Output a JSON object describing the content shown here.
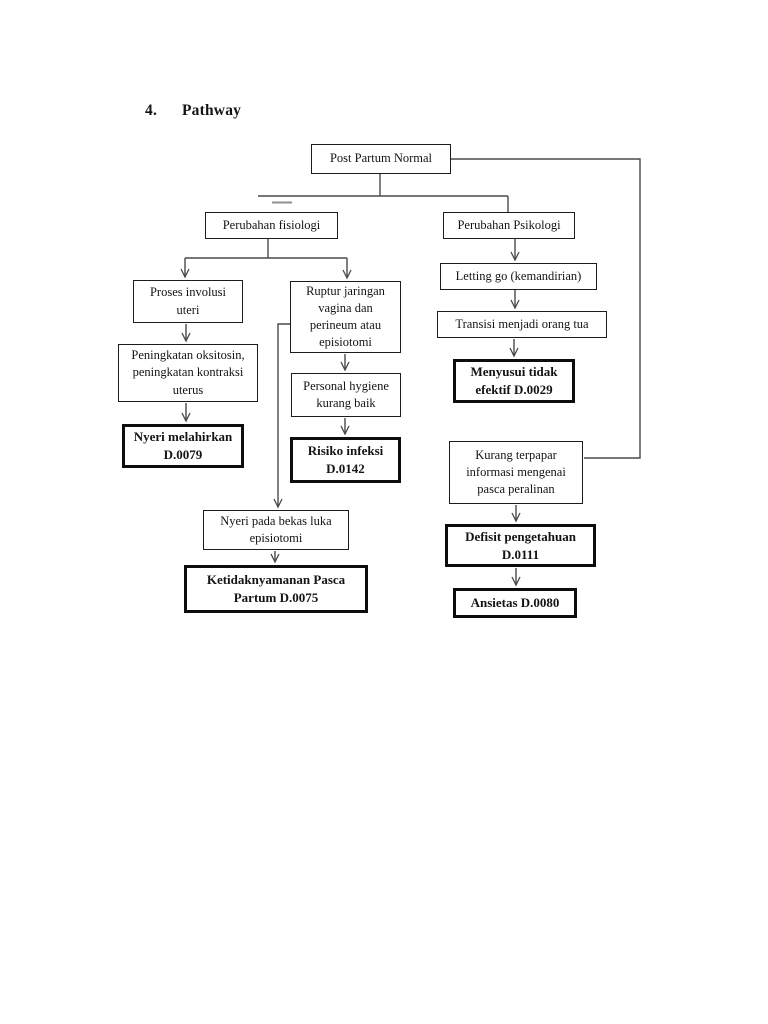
{
  "page": {
    "heading_number": "4.",
    "heading": "Pathway"
  },
  "diagram": {
    "root": "Post Partum Normal",
    "colors": {
      "box_border": "#1c1c1c",
      "emphasis_border": "#0d0d0d",
      "connector": "#4a4a4a",
      "text": "#141414",
      "background": "#ffffff"
    },
    "nodes": {
      "post_partum": {
        "label": "Post Partum Normal",
        "emphasis": false
      },
      "perubahan_fisiologi": {
        "label": "Perubahan fisiologi",
        "emphasis": false
      },
      "perubahan_psikologi": {
        "label": "Perubahan Psikologi",
        "emphasis": false
      },
      "proses_involusi": {
        "label": "Proses involusi\nuteri",
        "emphasis": false
      },
      "peningkatan_oksitosin": {
        "label": "Peningkatan oksitosin,\npeningkatan kontraksi\nuterus",
        "emphasis": false
      },
      "nyeri_melahirkan": {
        "label": "Nyeri melahirkan\nD.0079",
        "emphasis": true
      },
      "ruptur_jaringan": {
        "label": "Ruptur jaringan\nvagina dan\nperineum atau\nepisiotomi",
        "emphasis": false
      },
      "personal_hygiene": {
        "label": "Personal hygiene\nkurang baik",
        "emphasis": false
      },
      "risiko_infeksi": {
        "label": "Risiko infeksi\nD.0142",
        "emphasis": true
      },
      "nyeri_bekas_luka": {
        "label": "Nyeri pada bekas luka\nepisiotomi",
        "emphasis": false
      },
      "ketidaknyamanan": {
        "label": "Ketidaknyamanan Pasca\nPartum D.0075",
        "emphasis": true
      },
      "letting_go": {
        "label": "Letting go (kemandirian)",
        "emphasis": false
      },
      "transisi": {
        "label": "Transisi menjadi orang tua",
        "emphasis": false
      },
      "menyusui": {
        "label": "Menyusui tidak\nefektif  D.0029",
        "emphasis": true
      },
      "kurang_terpapar": {
        "label": "Kurang terpapar\ninformasi mengenai\npasca peralinan",
        "emphasis": false
      },
      "defisit_pengetahuan": {
        "label": "Defisit pengetahuan\nD.0111",
        "emphasis": true
      },
      "ansietas": {
        "label": "Ansietas  D.0080",
        "emphasis": true
      }
    },
    "edges": [
      {
        "from": "post_partum",
        "to": "perubahan_fisiologi"
      },
      {
        "from": "post_partum",
        "to": "perubahan_psikologi"
      },
      {
        "from": "post_partum",
        "to": "kurang_terpapar"
      },
      {
        "from": "perubahan_fisiologi",
        "to": "proses_involusi"
      },
      {
        "from": "perubahan_fisiologi",
        "to": "ruptur_jaringan"
      },
      {
        "from": "proses_involusi",
        "to": "peningkatan_oksitosin"
      },
      {
        "from": "peningkatan_oksitosin",
        "to": "nyeri_melahirkan"
      },
      {
        "from": "ruptur_jaringan",
        "to": "personal_hygiene"
      },
      {
        "from": "personal_hygiene",
        "to": "risiko_infeksi"
      },
      {
        "from": "ruptur_jaringan",
        "to": "nyeri_bekas_luka"
      },
      {
        "from": "nyeri_bekas_luka",
        "to": "ketidaknyamanan"
      },
      {
        "from": "perubahan_psikologi",
        "to": "letting_go"
      },
      {
        "from": "letting_go",
        "to": "transisi"
      },
      {
        "from": "transisi",
        "to": "menyusui"
      },
      {
        "from": "kurang_terpapar",
        "to": "defisit_pengetahuan"
      },
      {
        "from": "defisit_pengetahuan",
        "to": "ansietas"
      }
    ]
  }
}
